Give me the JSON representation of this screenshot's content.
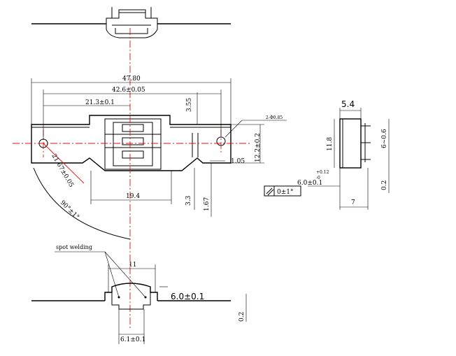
{
  "dimensions": {
    "overall_length": "47.80",
    "hole_pitch": "42.6±0.05",
    "half_pitch": "21.3±0.1",
    "top_offset": "3.55",
    "hole_dia": "2-Φ0.85",
    "height": "12.2±0.2",
    "small_dim": "1.05",
    "bottom_offset": "3.3",
    "bottom_offset_2": "1.67",
    "center_len": "19.4",
    "radius": "21.67±0.05",
    "angle": "90°±1°",
    "side_width": "5.4",
    "side_height": "11.8",
    "pin_range": "6~0.6",
    "pin_height": "6.0±0.1",
    "tol_plus": "+0.12",
    "tol_minus": "-0",
    "side_bottom": "0.2",
    "side_depth": "7",
    "flatness_tol": "0±1°",
    "bottom_width": "11",
    "bottom_height": "6.0±0.1",
    "bottom_thickness": "0.2",
    "bottom_span": "6.1±0.1",
    "dim_7": "7"
  },
  "labels": {
    "spot_welding": "spot welding"
  },
  "colors": {
    "centerline": "#e01010",
    "line": "#000000"
  }
}
